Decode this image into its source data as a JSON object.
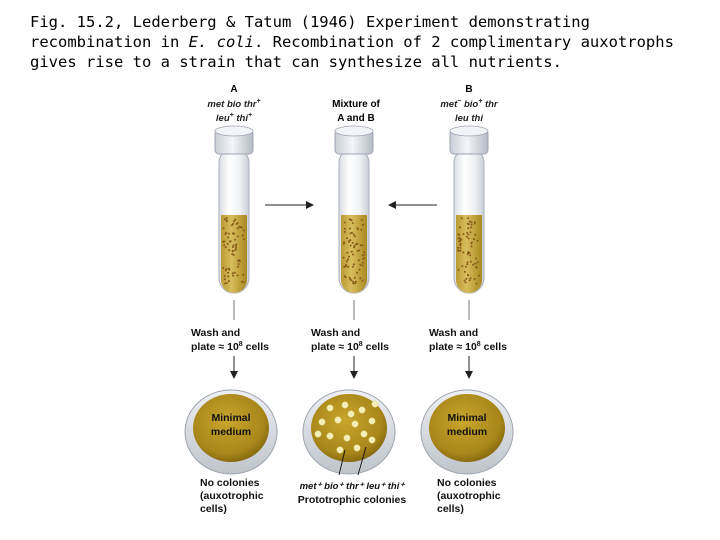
{
  "caption": {
    "part1": "Fig. 15.2, Lederberg & Tatum (1946) Experiment demonstrating recombination in ",
    "italic": "E. coli",
    "part2": ". Recombination of 2 complimentary auxotrophs gives rise to a strain that can synthesize all nutrients."
  },
  "tubes": {
    "a": {
      "letter": "A",
      "line1": "met bio thr",
      "line1_sup": "+",
      "line2": "leu",
      "line2_sup": "+",
      "line2b": "thi",
      "line2b_sup": "+"
    },
    "mix": {
      "line1": "Mixture of",
      "line2": "A and B"
    },
    "b": {
      "letter": "B",
      "line1": "met",
      "line1_sup": "−",
      "line1b": "bio",
      "line1b_sup": "+",
      "line1c": "thr",
      "line2": "leu thi"
    }
  },
  "steps": {
    "wash": "Wash and",
    "plate": "plate ≈ 10",
    "exp": "8",
    "cells": "cells"
  },
  "plates": {
    "medium_line1": "Minimal",
    "medium_line2": "medium"
  },
  "results": {
    "left_1": "No colonies",
    "left_2": "(auxotrophic",
    "left_3": "cells)",
    "right_1": "No colonies",
    "right_2": "(auxotrophic",
    "right_3": "cells)",
    "center_genotype": "met⁺ bio⁺ thr⁺ leu⁺ thi⁺",
    "center_label": "Prototrophic colonies"
  },
  "colors": {
    "medium": "#b8961f",
    "medium_dark": "#8f7412",
    "liquid": "#cdb04a",
    "dots": "#8a5a1a",
    "colony": "#f4efb8",
    "dish_rim": "#d0d4dc"
  }
}
